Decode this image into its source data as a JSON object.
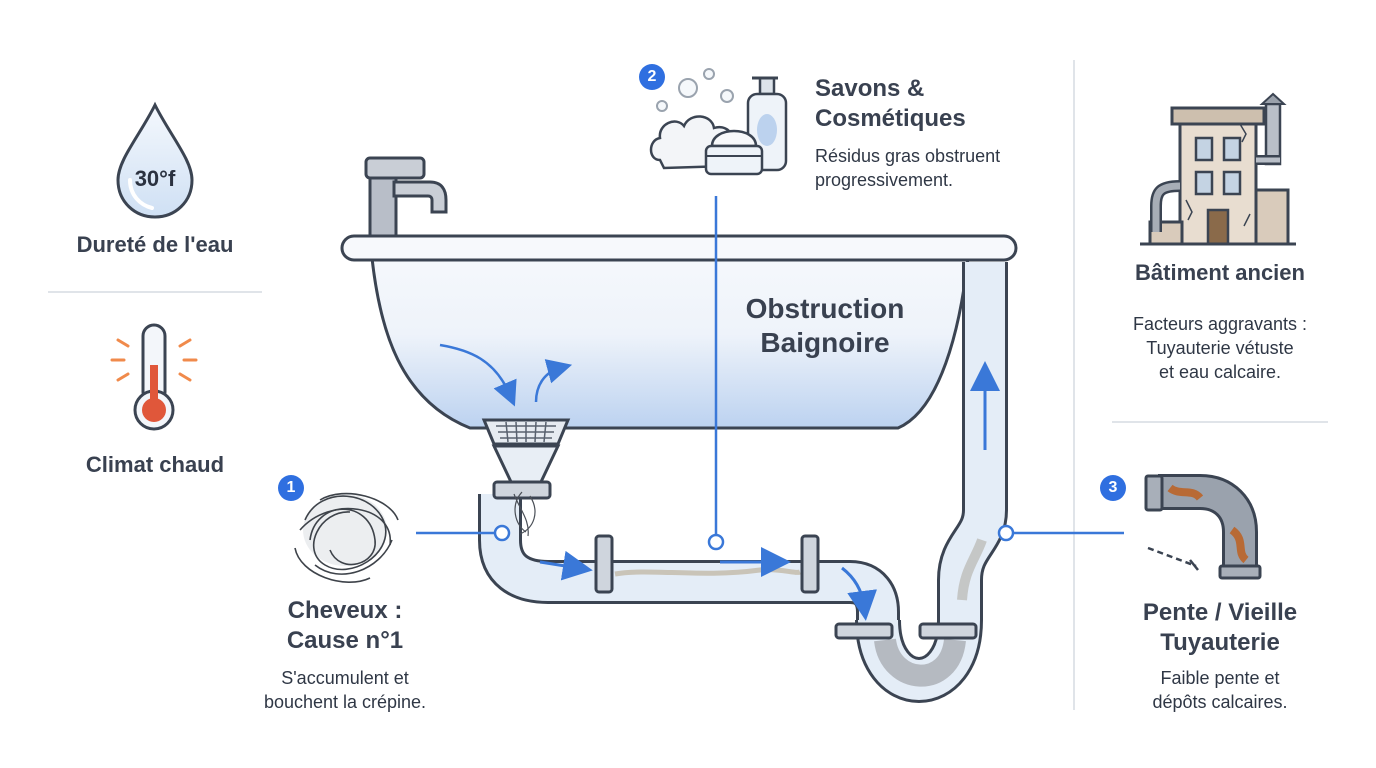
{
  "center_label": {
    "line1": "Obstruction",
    "line2": "Baignoire"
  },
  "left_panel": {
    "water_hardness": {
      "value": "30°f",
      "label": "Dureté de l'eau"
    },
    "climate": {
      "label": "Climat chaud"
    }
  },
  "causes": [
    {
      "number": "1",
      "title_line1": "Cheveux :",
      "title_line2": "Cause n°1",
      "desc_line1": "S'accumulent et",
      "desc_line2": "bouchent la crépine."
    },
    {
      "number": "2",
      "title_line1": "Savons &",
      "title_line2": "Cosmétiques",
      "desc_line1": "Résidus gras obstruent",
      "desc_line2": "progressivement."
    },
    {
      "number": "3",
      "title_line1": "Pente / Vieille",
      "title_line2": "Tuyauterie",
      "desc_line1": "Faible pente et",
      "desc_line2": "dépôts calcaires."
    }
  ],
  "right_panel": {
    "building": {
      "title": "Bâtiment ancien",
      "desc_line1": "Facteurs aggravants :",
      "desc_line2": "Tuyauterie vétuste",
      "desc_line3": "et eau calcaire."
    }
  },
  "colors": {
    "accent": "#2f6fe0",
    "outline": "#3b4452",
    "water": "#c9dcf3",
    "pipe": "#dfe9f5",
    "rust": "#b86a35",
    "alert": "#e0573a"
  }
}
